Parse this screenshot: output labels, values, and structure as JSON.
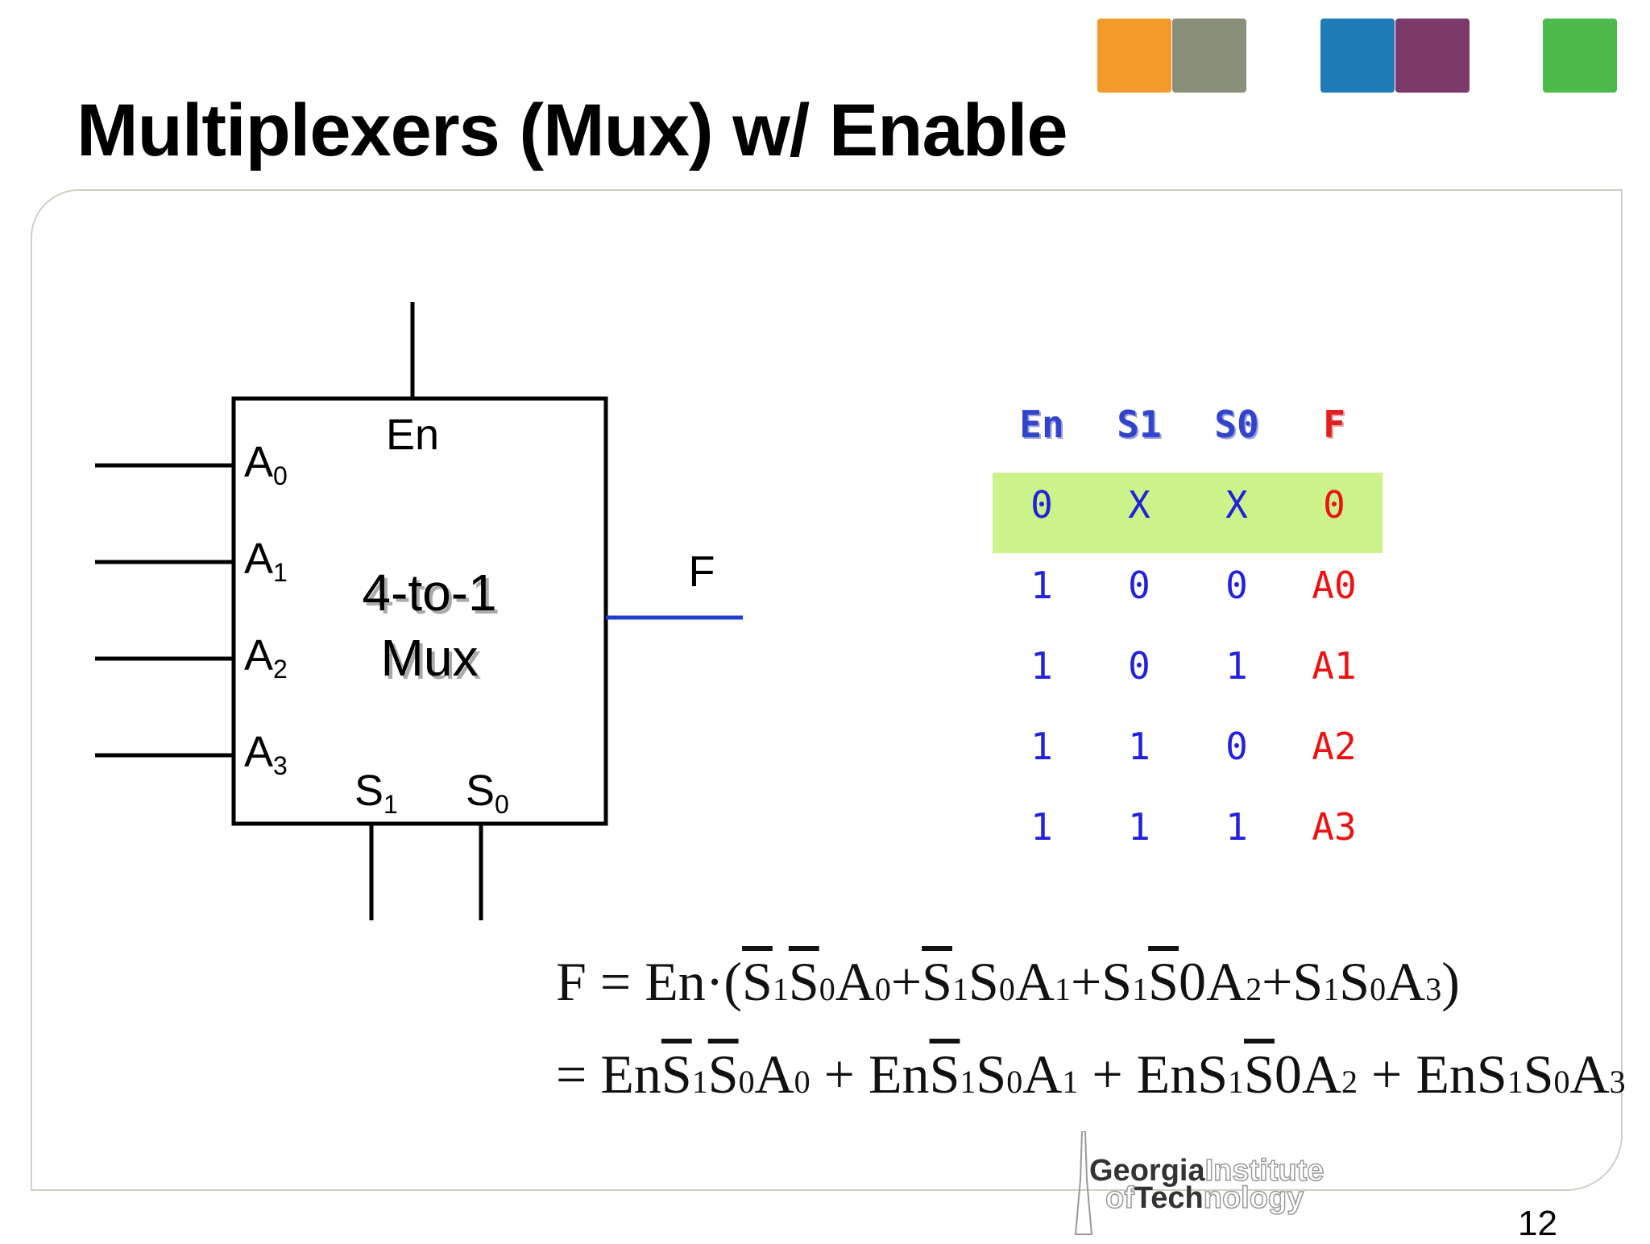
{
  "slide": {
    "title": "Multiplexers (Mux) w/ Enable",
    "page_number": "12"
  },
  "header_tiles": [
    {
      "name": "orange-tile",
      "color": "#f39a2a"
    },
    {
      "name": "building-photo-tile",
      "color": "#8a8f7a"
    },
    {
      "name": "blue-tile",
      "color": "#1f7ab8"
    },
    {
      "name": "circuit-photo-tile",
      "color": "#7b3a6a"
    },
    {
      "name": "green-tile",
      "color": "#4cbb4c"
    }
  ],
  "mux": {
    "line1": "4-to-1",
    "line2": "Mux",
    "enable_label": "En",
    "output_label": "F",
    "inputs": [
      {
        "letter": "A",
        "sub": "0"
      },
      {
        "letter": "A",
        "sub": "1"
      },
      {
        "letter": "A",
        "sub": "2"
      },
      {
        "letter": "A",
        "sub": "3"
      }
    ],
    "selects": [
      {
        "letter": "S",
        "sub": "1"
      },
      {
        "letter": "S",
        "sub": "0"
      }
    ],
    "output_color": "#1f3fd0"
  },
  "truth_table": {
    "headers": [
      "En",
      "S1",
      "S0",
      "F"
    ],
    "rows": [
      [
        "0",
        "X",
        "X",
        "0"
      ],
      [
        "1",
        "0",
        "0",
        "A0"
      ],
      [
        "1",
        "0",
        "1",
        "A1"
      ],
      [
        "1",
        "1",
        "0",
        "A2"
      ],
      [
        "1",
        "1",
        "1",
        "A3"
      ]
    ],
    "highlight_color": "#ccf28a"
  },
  "equations": {
    "line1": {
      "lhs": "F",
      "eq": "=",
      "en": "En",
      "dot": "·",
      "open": "(",
      "close": ")",
      "plus": "+"
    },
    "line2_eq": "="
  },
  "logo": {
    "line1_bold": "Georgia",
    "line1_light": "Institute",
    "line2_a": "of",
    "line2_bold": "Tech",
    "line2_light": "nology"
  }
}
